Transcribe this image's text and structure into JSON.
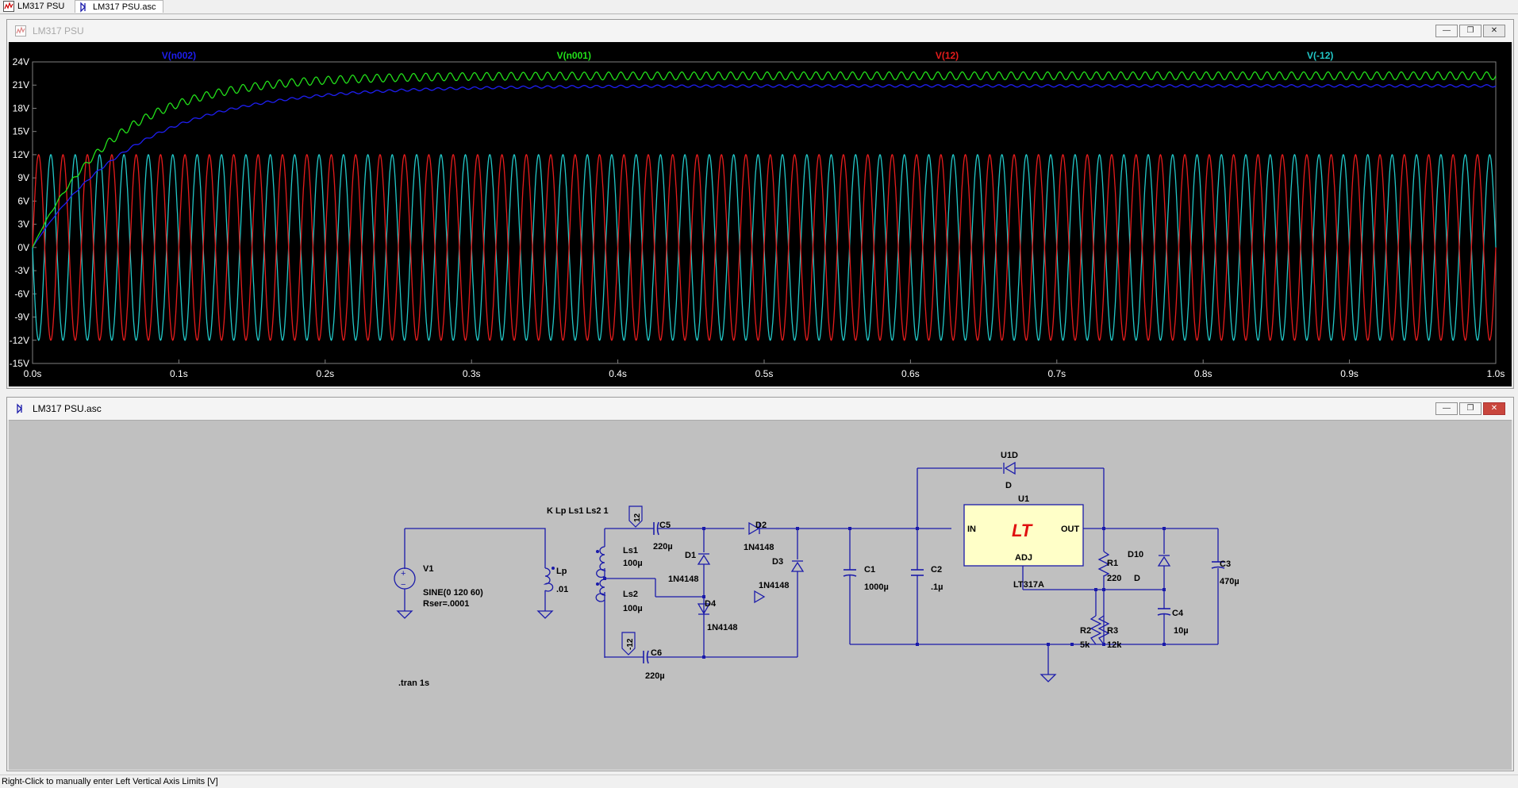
{
  "tabs": [
    {
      "label": "LM317 PSU",
      "icon": "waveform-icon"
    },
    {
      "label": "LM317 PSU.asc",
      "icon": "schematic-icon"
    }
  ],
  "waveform_window": {
    "title": "LM317 PSU",
    "buttons": {
      "minimize": "—",
      "restore": "❐",
      "close": "✕"
    }
  },
  "schematic_window": {
    "title": "LM317 PSU.asc",
    "buttons": {
      "minimize": "—",
      "restore": "❐",
      "close": "✕"
    }
  },
  "colors": {
    "v_n002": "#1e1ef0",
    "v_n001": "#22e01a",
    "v_12": "#e61c1c",
    "v_m12": "#22c8c8",
    "wire": "#1a1aaa",
    "component": "#1a1aaa",
    "label": "#000000"
  },
  "chart_data": {
    "type": "line",
    "xlabel": "",
    "ylabel": "",
    "xlim": [
      0,
      1.0
    ],
    "ylim": [
      -15,
      24
    ],
    "x_ticks": [
      "0.0s",
      "0.1s",
      "0.2s",
      "0.3s",
      "0.4s",
      "0.5s",
      "0.6s",
      "0.7s",
      "0.8s",
      "0.9s",
      "1.0s"
    ],
    "y_ticks": [
      "24V",
      "21V",
      "18V",
      "15V",
      "12V",
      "9V",
      "6V",
      "3V",
      "0V",
      "-3V",
      "-6V",
      "-9V",
      "-12V",
      "-15V"
    ],
    "series": [
      {
        "name": "V(n002)",
        "kind": "exponential_rise",
        "final_value": 20.9,
        "time_constant_s": 0.07,
        "ripple_v": 0.15,
        "ripple_hz": 120
      },
      {
        "name": "V(n001)",
        "kind": "exponential_rise",
        "final_value": 22.2,
        "time_constant_s": 0.055,
        "ripple_v": 0.5,
        "ripple_hz": 120
      },
      {
        "name": "V(12)",
        "kind": "sine",
        "amplitude": 12,
        "frequency_hz": 60,
        "phase_deg": 0
      },
      {
        "name": "V(-12)",
        "kind": "sine",
        "amplitude": 12,
        "frequency_hz": 60,
        "phase_deg": 180
      }
    ]
  },
  "schematic": {
    "directive_k": "K Lp Ls1 Ls2 1",
    "tran": ".tran 1s",
    "v1": {
      "ref": "V1",
      "value": "SINE(0 120 60)",
      "rser": "Rser=.0001"
    },
    "lp": {
      "ref": "Lp",
      "value": ".01"
    },
    "ls1": {
      "ref": "Ls1",
      "value": "100µ"
    },
    "ls2": {
      "ref": "Ls2",
      "value": "100µ"
    },
    "c5": {
      "ref": "C5",
      "value": "220µ"
    },
    "c6": {
      "ref": "C6",
      "value": "220µ"
    },
    "d1": {
      "ref": "D1",
      "value": "1N4148"
    },
    "d2": {
      "ref": "D2",
      "value": "1N4148"
    },
    "d3": {
      "ref": "D3",
      "value": "1N4148"
    },
    "d4": {
      "ref": "D4",
      "value": "1N4148"
    },
    "c1": {
      "ref": "C1",
      "value": "1000µ"
    },
    "c2": {
      "ref": "C2",
      "value": ".1µ"
    },
    "u1": {
      "ref": "U1",
      "value": "LT317A",
      "pin_in": "IN",
      "pin_out": "OUT",
      "pin_adj": "ADJ",
      "logo": "LT"
    },
    "u1d": {
      "ref": "U1D",
      "value": "D"
    },
    "r1": {
      "ref": "R1",
      "value": "220"
    },
    "d10": {
      "ref": "D10",
      "value": "D"
    },
    "c3": {
      "ref": "C3",
      "value": "470µ"
    },
    "c4": {
      "ref": "C4",
      "value": "10µ"
    },
    "r2": {
      "ref": "R2",
      "value": "5k"
    },
    "r3": {
      "ref": "R3",
      "value": "12k"
    },
    "net_12": "12",
    "net_m12": "-12"
  },
  "status": {
    "text": "Right-Click to manually enter Left Vertical Axis Limits [V]"
  }
}
